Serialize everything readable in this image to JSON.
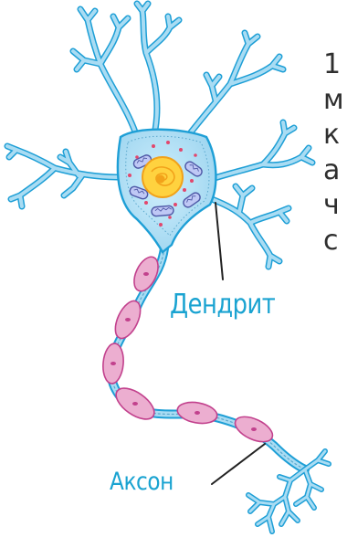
{
  "labels": {
    "dendrite": "Дендрит",
    "axon": "Аксон"
  },
  "side_text": {
    "lines": [
      "1",
      "м",
      "к",
      "а",
      "ч",
      "с"
    ]
  },
  "colors": {
    "neuron_fill": "#a9dcf3",
    "neuron_stroke": "#1e9fd6",
    "nucleus_fill": "#ffd23f",
    "nucleus_ring": "#f2a21a",
    "organelle_fill": "#bfc8f5",
    "organelle_stroke": "#4e58a6",
    "dots": "#e2476d",
    "myelin_fill": "#ecaed0",
    "myelin_stroke": "#c2418d",
    "label": "#1aa3d1",
    "leader_line": "#222222",
    "body_text": "#2f2f2f"
  }
}
